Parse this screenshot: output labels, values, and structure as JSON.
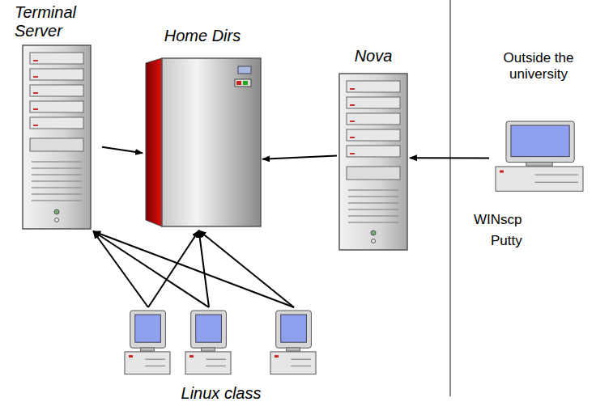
{
  "diagram": {
    "nodes": [
      {
        "text": [
          "Terminal Server"
        ]
      },
      {
        "text": [
          "Home Dirs"
        ]
      },
      {
        "text": [
          "Nova"
        ]
      },
      {
        "text": [
          "Outside the university"
        ]
      },
      {
        "text": [
          "Linux class"
        ]
      }
    ],
    "edges": [
      {
        "from": 0,
        "to": 1,
        "arrow": "to"
      },
      {
        "from": 2,
        "to": 1,
        "arrow": "to"
      },
      {
        "from": 3,
        "to": 2,
        "arrow": "to"
      },
      {
        "from": 4,
        "to": 0,
        "arrow": "to"
      },
      {
        "from": 4,
        "to": 1,
        "arrow": "to"
      }
    ],
    "labels": [
      "WINscp",
      "Putty"
    ]
  }
}
